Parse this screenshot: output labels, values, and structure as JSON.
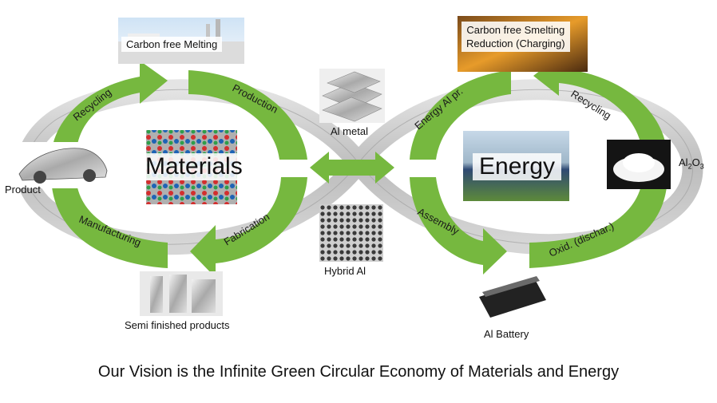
{
  "top_left_banner": "Carbon free Melting",
  "top_right_banner_line1": "Carbon free Smelting",
  "top_right_banner_line2": "Reduction (Charging)",
  "arrows": {
    "recycling_left": "Recycling",
    "production": "Production",
    "manufacturing": "Manufacturing",
    "fabrication": "Fabrication",
    "energy_al_pr": "Energy Al pr.",
    "recycling_right": "Recycling",
    "assembly": "Assembly",
    "oxid": "Oxid. (dischar.)"
  },
  "center_left": "Materials",
  "center_right": "Energy",
  "labels": {
    "product": "Product",
    "al_metal": "Al metal",
    "hybrid_al": "Hybrid Al",
    "semi_finished": "Semi finished products",
    "al_battery": "Al Battery",
    "al2o3_base": "Al",
    "al2o3_sub1": "2",
    "al2o3_mid": "O",
    "al2o3_sub2": "3"
  },
  "vision": "Our Vision is the Infinite Green Circular Economy of Materials and Energy",
  "colors": {
    "arrow_green": "#76b83f",
    "arrow_green_light": "#8fcb55",
    "loop_grey": "#c8c8c8",
    "loop_edge": "#9a9a9a"
  }
}
